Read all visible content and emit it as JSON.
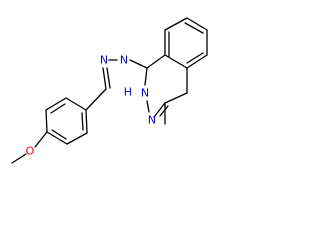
{
  "molecule": {
    "atoms": {
      "o": {
        "text": "O",
        "color": "#ff0000"
      },
      "n_imine": {
        "text": "N",
        "color": "#0000ff"
      },
      "n_azo": {
        "text": "N",
        "color": "#0000ff"
      },
      "n_ring_h": {
        "text": "N",
        "hydrogen": "H",
        "color": "#0000ff"
      },
      "n_ring": {
        "text": "N",
        "color": "#0000ff"
      }
    }
  }
}
